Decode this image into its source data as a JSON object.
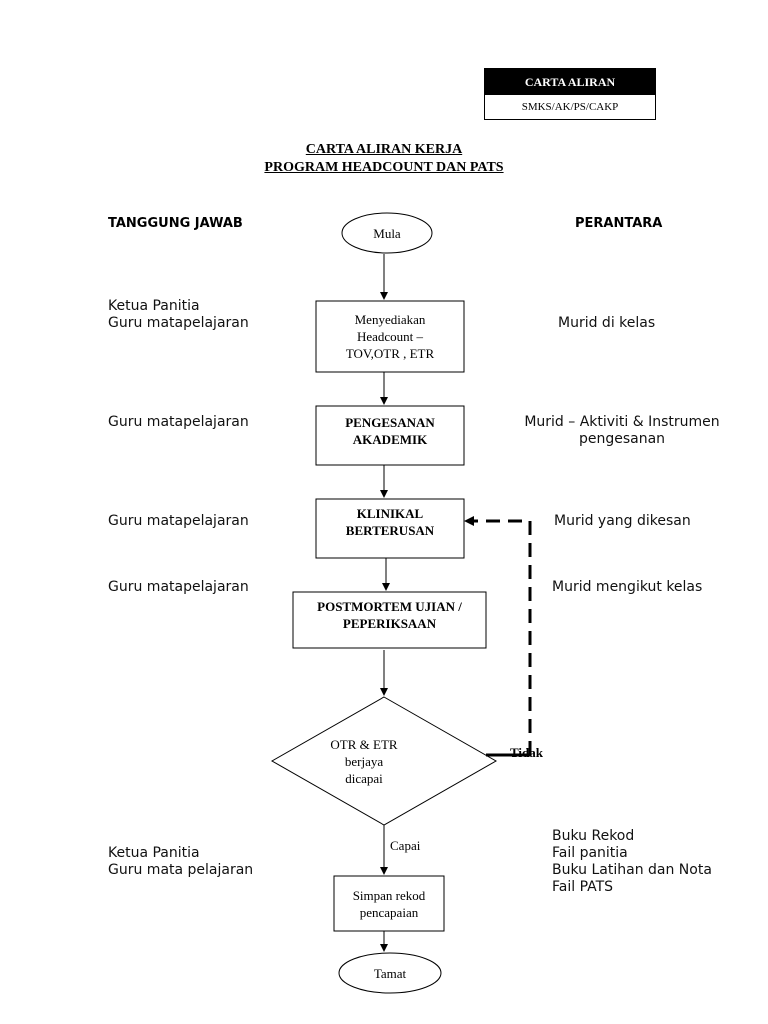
{
  "code_box": {
    "header": "CARTA ALIRAN",
    "code": "SMKS/AK/PS/CAKP"
  },
  "title": {
    "line1": "CARTA ALIRAN KERJA",
    "line2": "PROGRAM HEADCOUNT DAN PATS"
  },
  "columns": {
    "left": "TANGGUNG JAWAB",
    "right": "PERANTARA"
  },
  "nodes": {
    "start": "Mula",
    "step1": "Menyediakan\nHeadcount –\nTOV,OTR , ETR",
    "step2": "PENGESANAN\nAKADEMIK",
    "step3": "KLINIKAL\nBERTERUSAN",
    "step4": "POSTMORTEM UJIAN /\nPEPERIKSAAN",
    "decision": "OTR & ETR\nberjaya\ndicapai",
    "step5": "Simpan rekod\npencapaian",
    "end": "Tamat"
  },
  "edges": {
    "yes_label": "Capai",
    "no_label": "Tidak"
  },
  "responsible": {
    "r1": "Ketua Panitia\nGuru matapelajaran",
    "r2": "Guru matapelajaran",
    "r3": "Guru matapelajaran",
    "r4": "Guru matapelajaran",
    "r5": "Ketua Panitia\nGuru mata pelajaran"
  },
  "medium": {
    "m1": "Murid di kelas",
    "m2": "Murid – Aktiviti & Instrumen\npengesanan",
    "m3": "Murid yang dikesan",
    "m4": "Murid mengikut kelas",
    "m5": "Buku Rekod\nFail panitia\nBuku Latihan dan Nota\nFail PATS"
  }
}
